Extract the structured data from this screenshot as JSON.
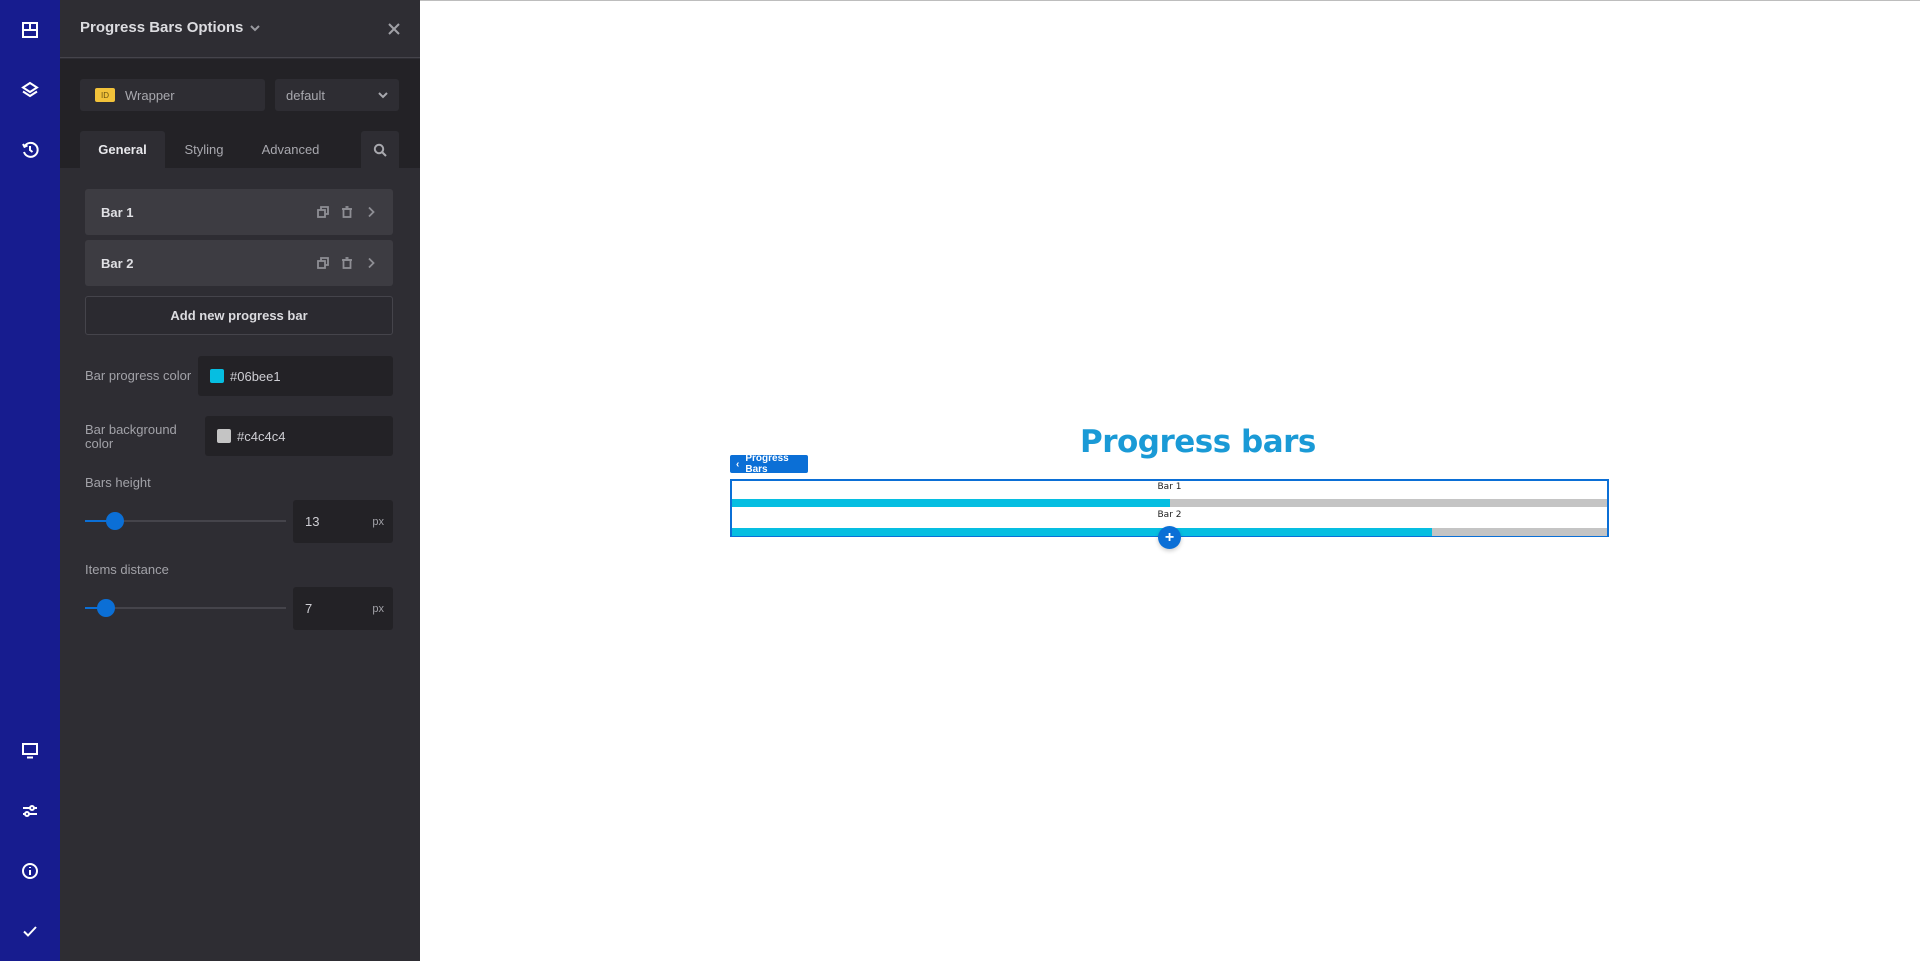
{
  "rail": {
    "top_icons": [
      "layout-icon",
      "layers-icon",
      "history-icon"
    ],
    "bottom_icons": [
      "desktop-icon",
      "settings-sliders-icon",
      "info-icon",
      "check-icon"
    ]
  },
  "panel": {
    "title": "Progress Bars Options",
    "wrapper": {
      "badge": "ID",
      "label": "Wrapper"
    },
    "style_select": {
      "value": "default"
    },
    "tabs": [
      {
        "label": "General",
        "active": true
      },
      {
        "label": "Styling",
        "active": false
      },
      {
        "label": "Advanced",
        "active": false
      }
    ],
    "bars": [
      {
        "label": "Bar 1"
      },
      {
        "label": "Bar 2"
      }
    ],
    "add_button": "Add new progress bar",
    "progress_color": {
      "label": "Bar progress color",
      "value": "#06bee1"
    },
    "background_color": {
      "label": "Bar background color",
      "value": "#c4c4c4"
    },
    "bars_height": {
      "label": "Bars height",
      "value": "13",
      "unit": "px"
    },
    "items_distance": {
      "label": "Items distance",
      "value": "7",
      "unit": "px"
    }
  },
  "canvas": {
    "title": "Progress bars",
    "element_tag": "Progress Bars",
    "bars": [
      {
        "label": "Bar 1",
        "percent": 50
      },
      {
        "label": "Bar 2",
        "percent": 80
      }
    ],
    "add_button": "+"
  },
  "colors": {
    "rail": "#171c8f",
    "accent": "#0b6fd6",
    "progress": "#06bee1",
    "bar_background": "#c4c4c4",
    "title": "#1a9ad6"
  }
}
